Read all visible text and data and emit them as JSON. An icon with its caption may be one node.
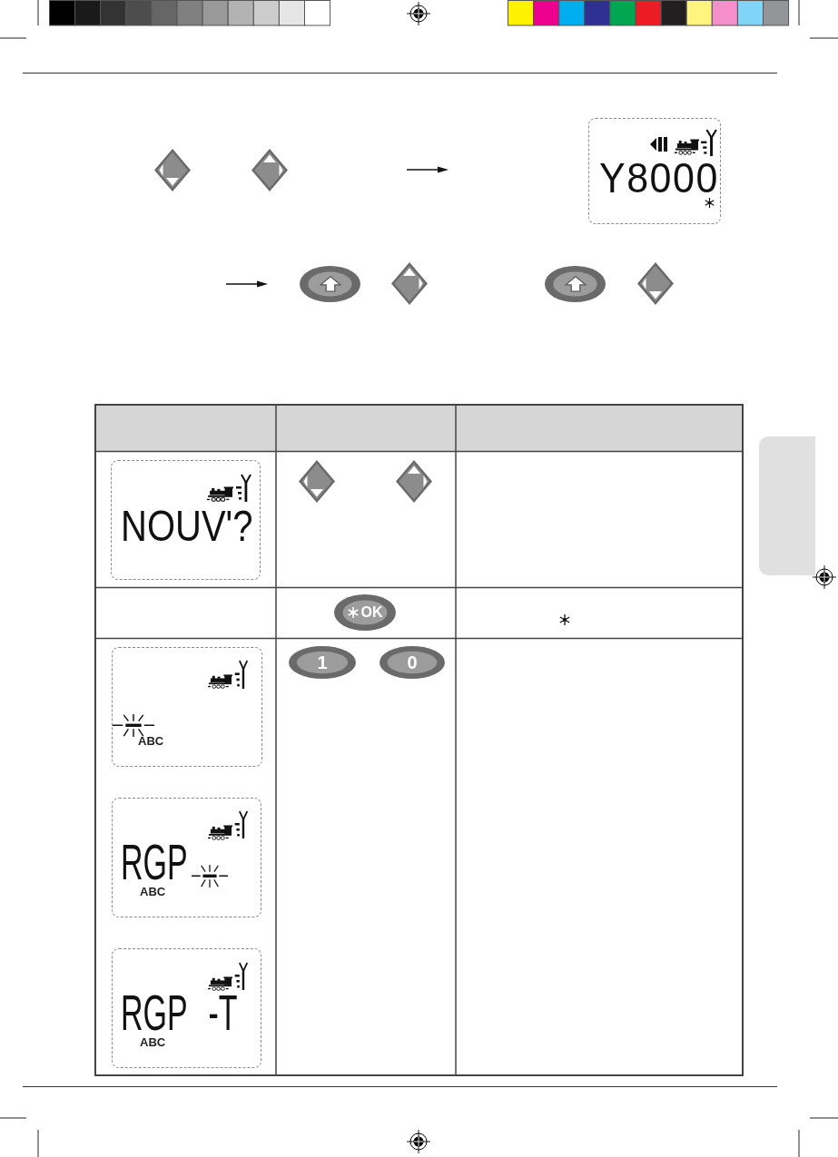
{
  "diagram": {
    "nodes": [
      {
        "text": [],
        "shape": "diamond"
      },
      {
        "text": [],
        "shape": "diamond"
      },
      {
        "text": [
          "Y8000"
        ]
      },
      {
        "text": [],
        "shape": "ellipse"
      },
      {
        "text": [],
        "shape": "diamond"
      },
      {
        "text": [],
        "shape": "ellipse"
      },
      {
        "text": [],
        "shape": "diamond"
      },
      {
        "text": [],
        "shape": "tab"
      },
      {
        "text": [
          "NOUV'?"
        ]
      },
      {
        "text": [],
        "shape": "diamond"
      },
      {
        "text": [],
        "shape": "diamond"
      },
      {
        "text": [
          "OK"
        ]
      },
      {
        "text": [
          "ABC"
        ]
      },
      {
        "text": [
          "1"
        ]
      },
      {
        "text": [
          "0"
        ]
      },
      {
        "text": [
          "RGP",
          "ABC"
        ]
      },
      {
        "text": [
          "RGP -T",
          "ABC"
        ]
      }
    ]
  }
}
